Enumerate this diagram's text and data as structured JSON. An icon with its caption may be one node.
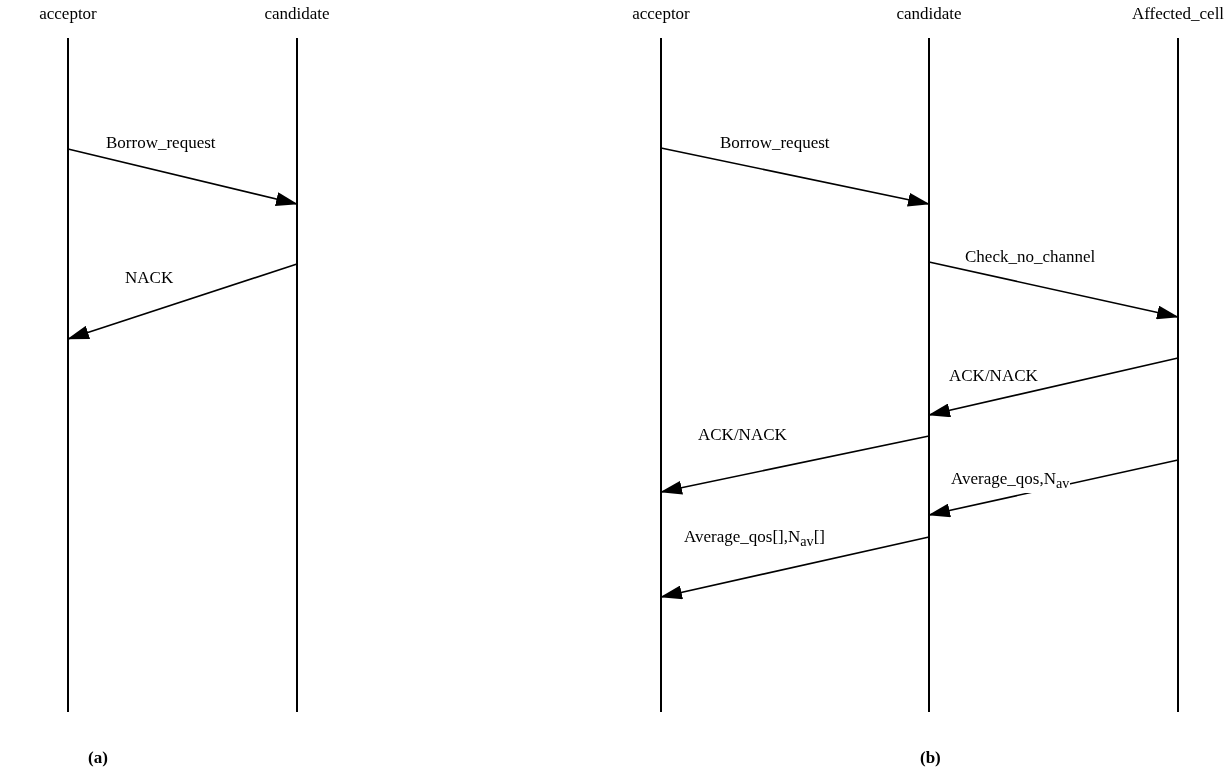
{
  "diagram": {
    "nodes": [
      {
        "text": [
          "acceptor"
        ]
      },
      {
        "text": [
          "candidate"
        ]
      },
      {
        "text": [
          "acceptor"
        ]
      },
      {
        "text": [
          "candidate"
        ]
      },
      {
        "text": [
          "Affected_cell"
        ]
      }
    ],
    "edges": [
      {
        "from": 0,
        "to": 1,
        "arrow": "to",
        "label": "Borrow_request"
      },
      {
        "from": 1,
        "to": 0,
        "arrow": "to",
        "label": "NACK"
      },
      {
        "from": 2,
        "to": 3,
        "arrow": "to",
        "label": "Borrow_request"
      },
      {
        "from": 3,
        "to": 4,
        "arrow": "to",
        "label": "Check_no_channel"
      },
      {
        "from": 4,
        "to": 3,
        "arrow": "to",
        "label": "ACK/NACK"
      },
      {
        "from": 3,
        "to": 2,
        "arrow": "to",
        "label": "ACK/NACK"
      },
      {
        "from": 4,
        "to": 3,
        "arrow": "to",
        "label": "Average_qos,N$_{av}$"
      },
      {
        "from": 3,
        "to": 2,
        "arrow": "to",
        "label": "Average_qos[],N$_{av}$[]"
      }
    ],
    "labels": [
      "(a)",
      "(b)"
    ]
  }
}
